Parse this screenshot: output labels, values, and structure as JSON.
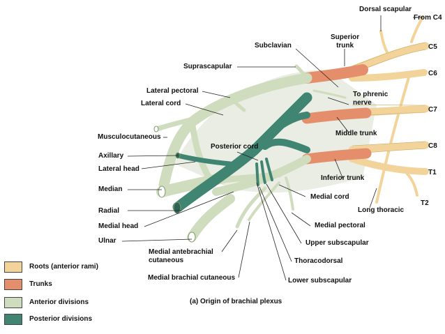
{
  "colors": {
    "roots": "#f2d49a",
    "trunks": "#e58e6c",
    "anterior": "#cfdcbd",
    "posterior": "#3f8572",
    "pleat": "#e8ece2"
  },
  "labels": {
    "dorsal_scapular": "Dorsal scapular",
    "from_c4": "From C4",
    "c5": "C5",
    "c6": "C6",
    "c7": "C7",
    "c8": "C8",
    "t1": "T1",
    "t2": "T2",
    "subclavian": "Subclavian",
    "superior_trunk": "Superior\ntrunk",
    "suprascapular": "Suprascapular",
    "to_phrenic_nerve": "To phrenic\nnerve",
    "lateral_pectoral": "Lateral pectoral",
    "lateral_cord": "Lateral cord",
    "middle_trunk": "Middle trunk",
    "musculocutaneous": "Musculocutaneous",
    "posterior_cord": "Posterior cord",
    "axillary": "Axillary",
    "lateral_head": "Lateral head",
    "inferior_trunk": "Inferior trunk",
    "median": "Median",
    "medial_cord": "Medial cord",
    "long_thoracic": "Long thoracic",
    "radial": "Radial",
    "medial_pectoral": "Medial pectoral",
    "medial_head": "Medial head",
    "ulnar": "Ulnar",
    "upper_subscapular": "Upper subscapular",
    "medial_antebrachial_cutaneous": "Medial antebrachial\ncutaneous",
    "thoracodorsal": "Thoracodorsal",
    "medial_brachial_cutaneous": "Medial brachial cutaneous",
    "lower_subscapular": "Lower subscapular"
  },
  "legend": [
    {
      "label": "Roots (anterior rami)",
      "color_key": "roots"
    },
    {
      "label": "Trunks",
      "color_key": "trunks"
    },
    {
      "label": "Anterior divisions",
      "color_key": "anterior"
    },
    {
      "label": "Posterior divisions",
      "color_key": "posterior"
    }
  ],
  "caption": "(a) Origin of brachial plexus"
}
